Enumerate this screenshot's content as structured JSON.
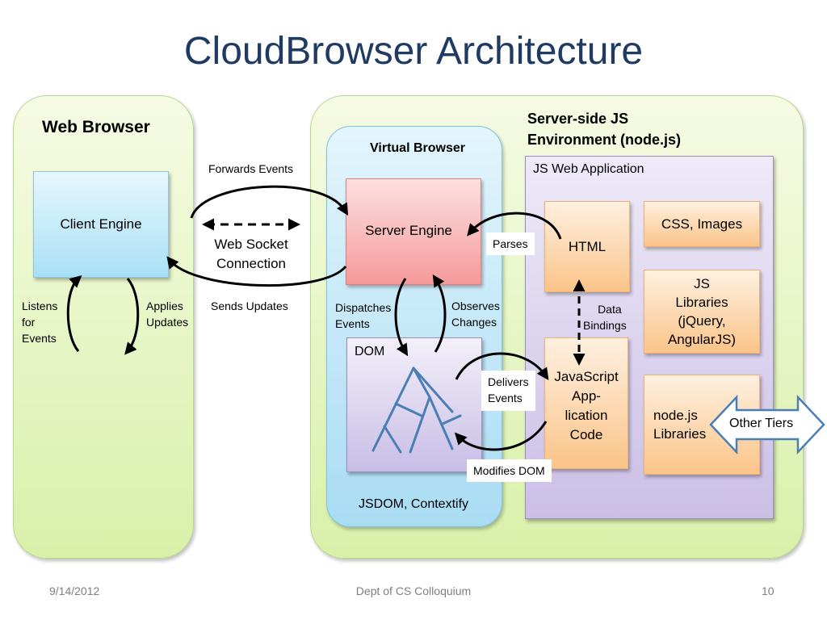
{
  "title": "CloudBrowser Architecture",
  "web_browser": {
    "title": "Web Browser",
    "client_engine": "Client  Engine",
    "listens": [
      "Listens",
      "for",
      "Events"
    ],
    "applies": [
      "Applies",
      "Updates"
    ]
  },
  "connection": {
    "forwards_events": "Forwards Events",
    "web_socket": [
      "Web  Socket",
      "Connection"
    ],
    "sends_updates": "Sends Updates"
  },
  "virtual_browser": {
    "title": "Virtual Browser",
    "server_engine": "Server Engine",
    "dispatches": [
      "Dispatches",
      "Events"
    ],
    "observes": [
      "Observes",
      "Changes"
    ],
    "dom": "DOM",
    "footer": "JSDOM, Contextify"
  },
  "server_env": {
    "title": [
      "Server-side JS",
      "Environment (node.js)"
    ],
    "app_title": "JS Web Application",
    "html": "HTML",
    "css_images": "CSS, Images",
    "js_libraries": [
      "JS",
      "Libraries",
      "(jQuery,",
      "AngularJS)"
    ],
    "data_bindings": [
      "Data",
      "Bindings"
    ],
    "js_app_code": [
      "JavaScript",
      "App-",
      "lication",
      "Code"
    ],
    "node_libraries": [
      "node.js",
      "Libraries"
    ],
    "other_tiers": "Other Tiers"
  },
  "labels": {
    "parses": "Parses",
    "delivers": [
      "Delivers",
      "Events"
    ],
    "modifies_dom": "Modifies DOM"
  },
  "footer": {
    "date": "9/14/2012",
    "center": "Dept of CS Colloquium",
    "page": "10"
  }
}
